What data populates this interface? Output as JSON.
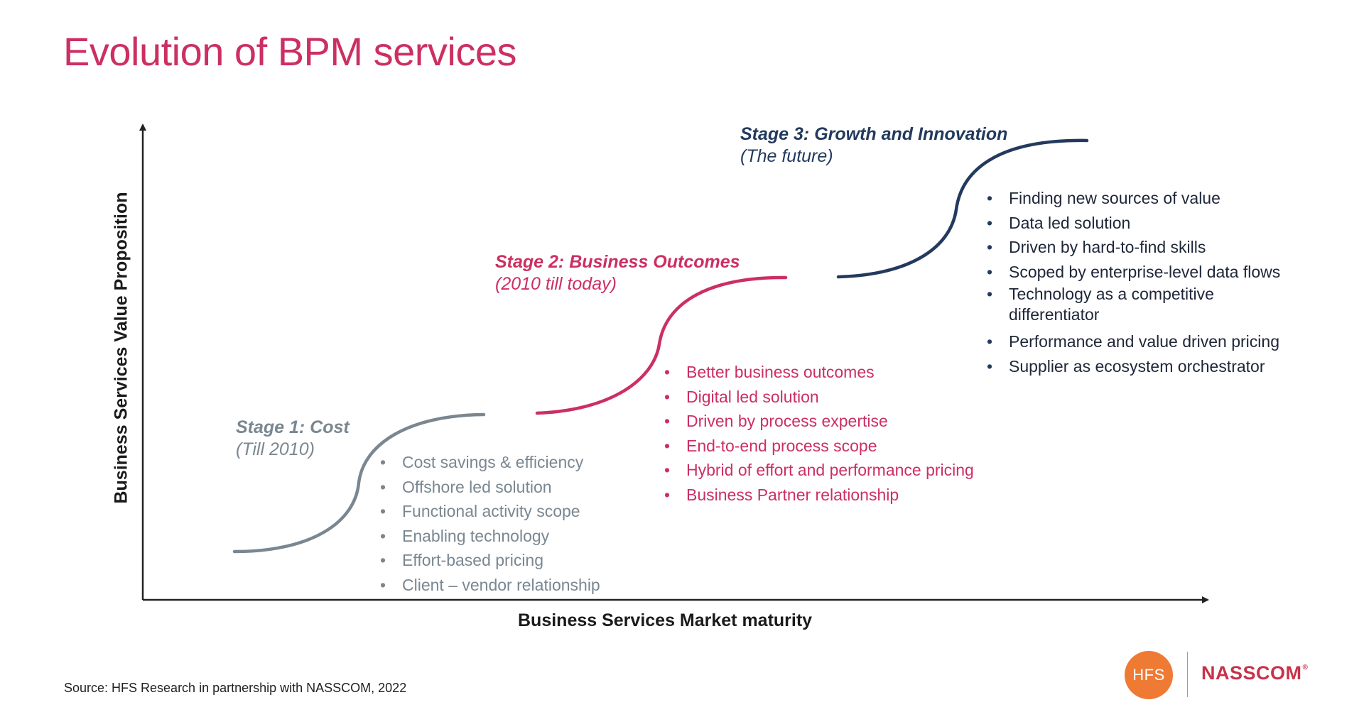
{
  "title": "Evolution of BPM services",
  "axes": {
    "y_label": "Business Services Value Proposition",
    "x_label": "Business Services Market maturity"
  },
  "stages": [
    {
      "title": "Stage 1: Cost",
      "subtitle": "(Till 2010)",
      "color": "#7a8791",
      "points": [
        "Cost savings & efficiency",
        "Offshore led solution",
        "Functional activity scope",
        "Enabling technology",
        "Effort-based pricing",
        "Client – vendor relationship"
      ]
    },
    {
      "title": "Stage 2: Business Outcomes",
      "subtitle": "(2010 till today)",
      "color": "#cc2f62",
      "points": [
        "Better business outcomes",
        "Digital led solution",
        "Driven by process expertise",
        "End-to-end process scope",
        "Hybrid of effort and performance pricing",
        "Business Partner relationship"
      ]
    },
    {
      "title": "Stage 3: Growth and Innovation",
      "subtitle": "(The future)",
      "color": "#233a5e",
      "points": [
        "Finding new sources of value",
        "Data led solution",
        "Driven by hard-to-find skills",
        "Scoped by enterprise-level data flows",
        "Technology as a competitive differentiator",
        "Performance and value driven pricing",
        "Supplier as ecosystem orchestrator"
      ]
    }
  ],
  "source": "Source: HFS Research in partnership with NASSCOM, 2022",
  "logos": {
    "hfs": "HFS",
    "nasscom": "NASSCOM",
    "nasscom_mark": "®"
  }
}
